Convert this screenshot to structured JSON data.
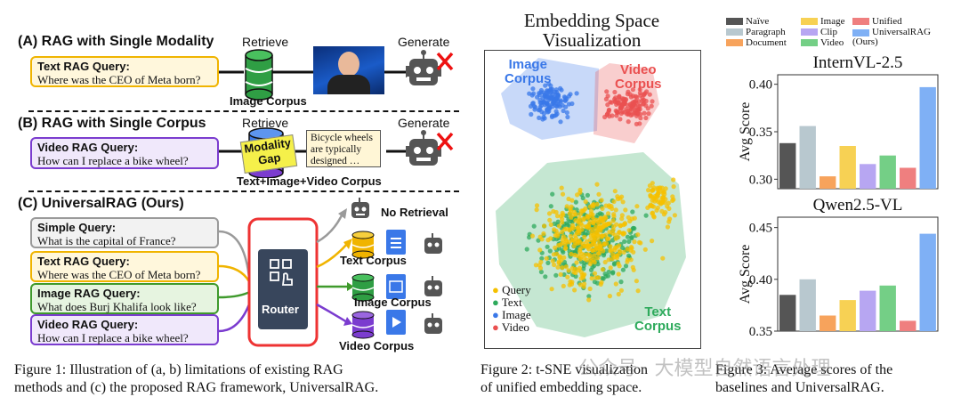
{
  "figure1": {
    "section_a": {
      "title": "(A) RAG with Single Modality",
      "retrieve": "Retrieve",
      "generate": "Generate",
      "query_title": "Text RAG Query:",
      "query_text": "Where was the CEO of Meta born?",
      "corpus": "Image Corpus"
    },
    "section_b": {
      "title": "(B) RAG with Single Corpus",
      "retrieve": "Retrieve",
      "generate": "Generate",
      "query_title": "Video RAG Query:",
      "query_text": "How can I replace a bike wheel?",
      "modality_gap": "Modality Gap",
      "retrieved_line1": "Bicycle wheels",
      "retrieved_line2": "are typically",
      "retrieved_line3": "designed …",
      "corpus": "Text+Image+Video Corpus"
    },
    "section_c": {
      "title": "(C) UniversalRAG (Ours)",
      "queries": [
        {
          "title": "Simple Query:",
          "text": "What is the capital of France?",
          "color": "#9a9a9a",
          "bg": "#f2f2f2"
        },
        {
          "title": "Text RAG Query:",
          "text": "Where was the CEO of Meta born?",
          "color": "#f0b400",
          "bg": "#fff7dc"
        },
        {
          "title": "Image RAG Query:",
          "text": "What does Burj Khalifa look like?",
          "color": "#3f9a2c",
          "bg": "#e6f4e0"
        },
        {
          "title": "Video RAG Query:",
          "text": "How can I replace a bike wheel?",
          "color": "#7b3ccf",
          "bg": "#f0e8fb"
        }
      ],
      "router": "Router",
      "no_retrieval": "No Retrieval",
      "text_corpus": "Text Corpus",
      "image_corpus": "Image Corpus",
      "video_corpus": "Video Corpus"
    },
    "caption": [
      "Figure 1:  Illustration of (a, b) limitations of existing RAG",
      "methods and (c) the proposed RAG framework, UniversalRAG."
    ]
  },
  "figure2": {
    "title": "Embedding Space Visualization",
    "title_line1": "Embedding Space",
    "title_line2": "Visualization",
    "image_corpus_label": [
      "Image",
      "Corpus"
    ],
    "video_corpus_label": [
      "Video",
      "Corpus"
    ],
    "text_corpus_label": [
      "Text",
      "Corpus"
    ],
    "legend": [
      {
        "label": "Query",
        "color": "#f5c000"
      },
      {
        "label": "Text",
        "color": "#2eaa5c"
      },
      {
        "label": "Image",
        "color": "#3a78e8"
      },
      {
        "label": "Video",
        "color": "#ea5050"
      }
    ],
    "caption": [
      "Figure 2:  t-SNE visualization",
      "of unified embedding space."
    ]
  },
  "figure3": {
    "legend": [
      {
        "label": "Naïve",
        "color": "#555555"
      },
      {
        "label": "Paragraph",
        "color": "#b8c8cf"
      },
      {
        "label": "Document",
        "color": "#f7a35c"
      },
      {
        "label": "Image",
        "color": "#f7d154"
      },
      {
        "label": "Clip",
        "color": "#b7a6f2"
      },
      {
        "label": "Video",
        "color": "#74cf86"
      },
      {
        "label": "Unified",
        "color": "#ef7f7f"
      },
      {
        "label": "UniversalRAG (Ours)",
        "color": "#7fb0f5"
      }
    ],
    "caption": [
      "Figure 3:  Average scores of the",
      "baselines and UniversalRAG."
    ]
  },
  "chart_data": [
    {
      "type": "bar",
      "title": "InternVL-2.5",
      "ylabel": "Avg Score",
      "categories": [
        "Naïve",
        "Paragraph",
        "Document",
        "Image",
        "Clip",
        "Video",
        "Unified",
        "UniversalRAG (Ours)"
      ],
      "values": [
        0.338,
        0.356,
        0.303,
        0.335,
        0.316,
        0.325,
        0.312,
        0.397
      ],
      "ylim": [
        0.29,
        0.41
      ],
      "yticks": [
        "0.30",
        "0.35",
        "0.40"
      ],
      "ytick_values": [
        0.3,
        0.35,
        0.4
      ]
    },
    {
      "type": "bar",
      "title": "Qwen2.5-VL",
      "ylabel": "Avg Score",
      "categories": [
        "Naïve",
        "Paragraph",
        "Document",
        "Image",
        "Clip",
        "Video",
        "Unified",
        "UniversalRAG (Ours)"
      ],
      "values": [
        0.385,
        0.4,
        0.365,
        0.38,
        0.389,
        0.394,
        0.36,
        0.444
      ],
      "ylim": [
        0.35,
        0.46
      ],
      "yticks": [
        "0.35",
        "0.40",
        "0.45"
      ],
      "ytick_values": [
        0.35,
        0.4,
        0.45
      ]
    }
  ],
  "watermark": "公众号 · 大模型自然语言处理"
}
